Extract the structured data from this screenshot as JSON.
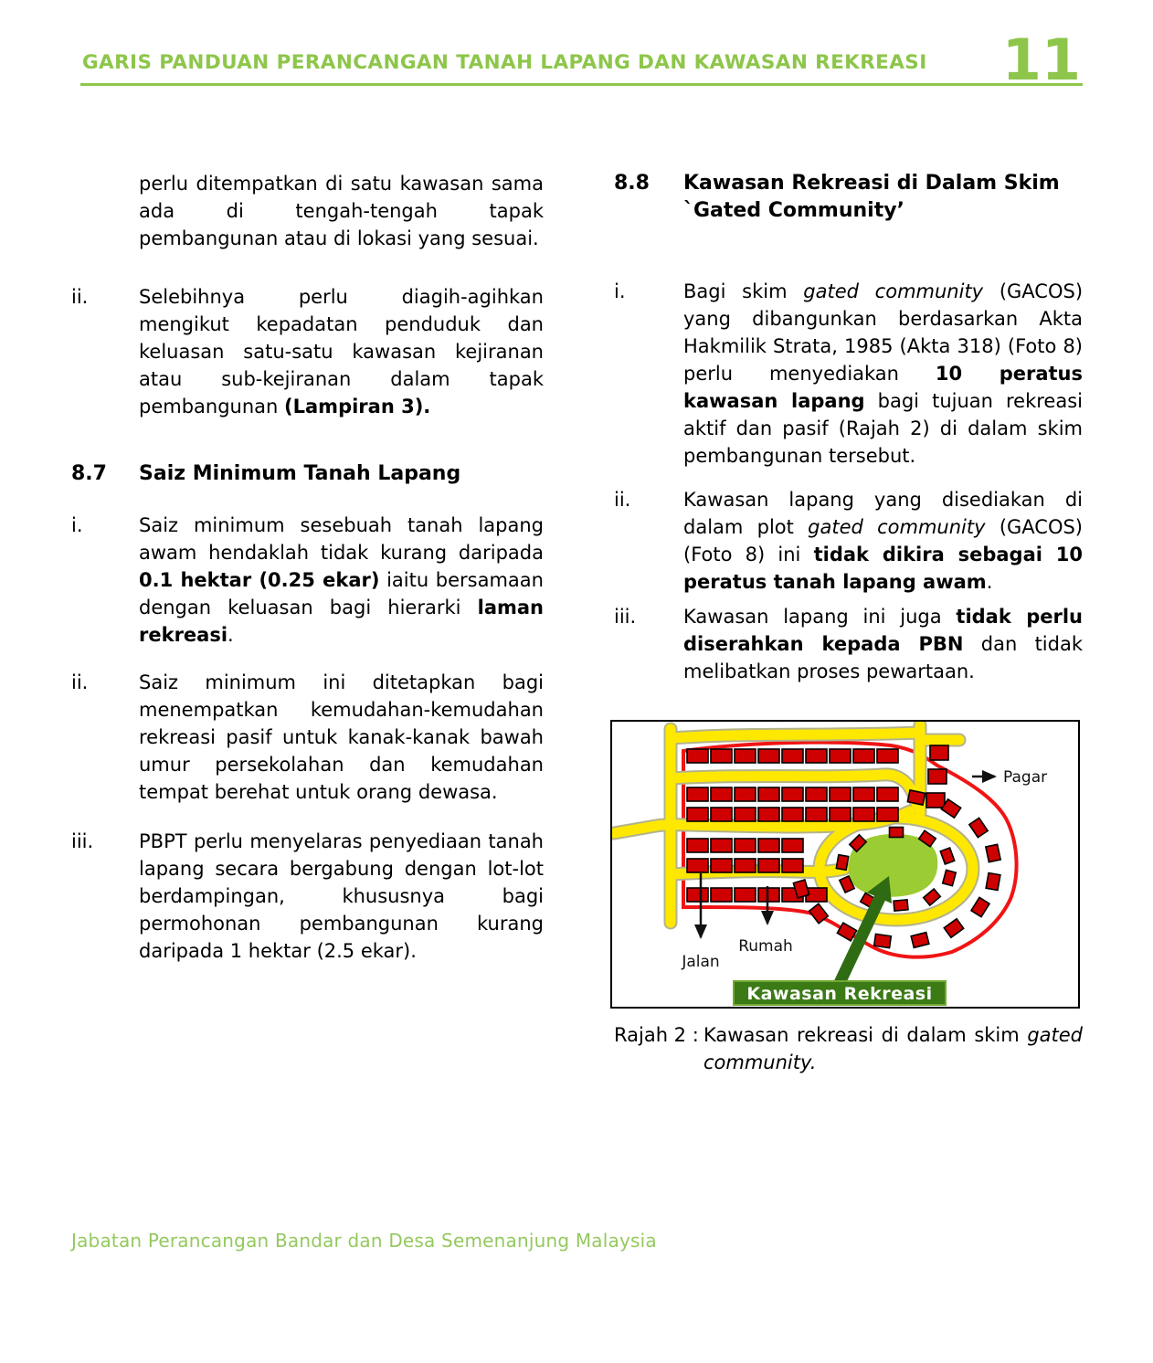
{
  "theme": {
    "accent_green": "#8DC64A",
    "footer_green": "#94C95E"
  },
  "header": {
    "title": "GARIS PANDUAN PERANCANGAN TANAH LAPANG DAN KAWASAN REKREASI",
    "page_number": "11"
  },
  "left": {
    "intro": {
      "marker": "",
      "runs": [
        {
          "t": "perlu ditempatkan di satu kawasan sama ada di tengah-tengah tapak pembangunan atau di lokasi yang sesuai."
        }
      ]
    },
    "item_ii": {
      "marker": "ii.",
      "runs": [
        {
          "t": "Selebihnya perlu diagih-agihkan mengikut kepadatan penduduk dan keluasan satu-satu kawasan kejiranan atau sub-kejiranan dalam tapak pembangunan "
        },
        {
          "t": "(Lampiran 3).",
          "b": true
        }
      ]
    },
    "s87": {
      "num": "8.7",
      "title": "Saiz Minimum Tanah Lapang"
    },
    "item_i": {
      "marker": "i.",
      "runs": [
        {
          "t": "Saiz minimum sesebuah tanah lapang awam hendaklah tidak kurang daripada "
        },
        {
          "t": "0.1 hektar (0.25 ekar)",
          "b": true
        },
        {
          "t": " iaitu bersamaan dengan keluasan bagi hierarki "
        },
        {
          "t": "laman rekreasi",
          "b": true
        },
        {
          "t": "."
        }
      ]
    },
    "item_ii2": {
      "marker": "ii.",
      "runs": [
        {
          "t": "Saiz minimum ini ditetapkan bagi menempatkan kemudahan-kemudahan rekreasi pasif untuk kanak-kanak bawah umur persekolahan dan kemudahan tempat berehat untuk orang dewasa."
        }
      ]
    },
    "item_iii": {
      "marker": "iii.",
      "runs": [
        {
          "t": "PBPT perlu menyelaras penyediaan tanah lapang secara bergabung dengan lot-lot berdampingan, khususnya bagi permohonan pembangunan kurang daripada 1 hektar (2.5 ekar)."
        }
      ]
    }
  },
  "right": {
    "s88": {
      "num": "8.8",
      "title": "Kawasan Rekreasi di Dalam Skim `Gated Community’"
    },
    "item_i": {
      "marker": "i.",
      "runs": [
        {
          "t": "Bagi skim "
        },
        {
          "t": "gated community",
          "i": true
        },
        {
          "t": " (GACOS) yang dibangunkan berdasarkan Akta Hakmilik Strata, 1985 (Akta 318) (Foto 8) perlu menyediakan "
        },
        {
          "t": "10 peratus kawasan lapang",
          "b": true
        },
        {
          "t": " bagi tujuan rekreasi aktif dan pasif (Rajah 2) di dalam skim pembangunan tersebut."
        }
      ]
    },
    "item_ii": {
      "marker": "ii.",
      "runs": [
        {
          "t": "Kawasan lapang yang disediakan di dalam plot "
        },
        {
          "t": "gated community",
          "i": true
        },
        {
          "t": " (GACOS) (Foto 8) ini "
        },
        {
          "t": "tidak dikira sebagai 10 peratus tanah lapang awam",
          "b": true
        },
        {
          "t": "."
        }
      ]
    },
    "item_iii": {
      "marker": "iii.",
      "runs": [
        {
          "t": "Kawasan lapang ini juga "
        },
        {
          "t": "tidak perlu diserahkan kepada PBN",
          "b": true
        },
        {
          "t": " dan tidak melibatkan proses pewartaan."
        }
      ]
    },
    "figure": {
      "labels": {
        "pagar": "Pagar",
        "jalan": "Jalan",
        "rumah": "Rumah",
        "recreation": "Kawasan Rekreasi"
      },
      "colors": {
        "road": "#FFE800",
        "house": "#CF0000",
        "fence": "#F01414",
        "field": "#9BCC33",
        "dark_green": "#2E6B12",
        "label_bg": "#3B7A15"
      }
    },
    "caption": {
      "label": "Rajah 2 :",
      "runs": [
        {
          "t": "Kawasan rekreasi di dalam skim "
        },
        {
          "t": "gated community.",
          "i": true
        }
      ]
    }
  },
  "footer": {
    "text": "Jabatan Perancangan Bandar dan Desa Semenanjung Malaysia"
  }
}
